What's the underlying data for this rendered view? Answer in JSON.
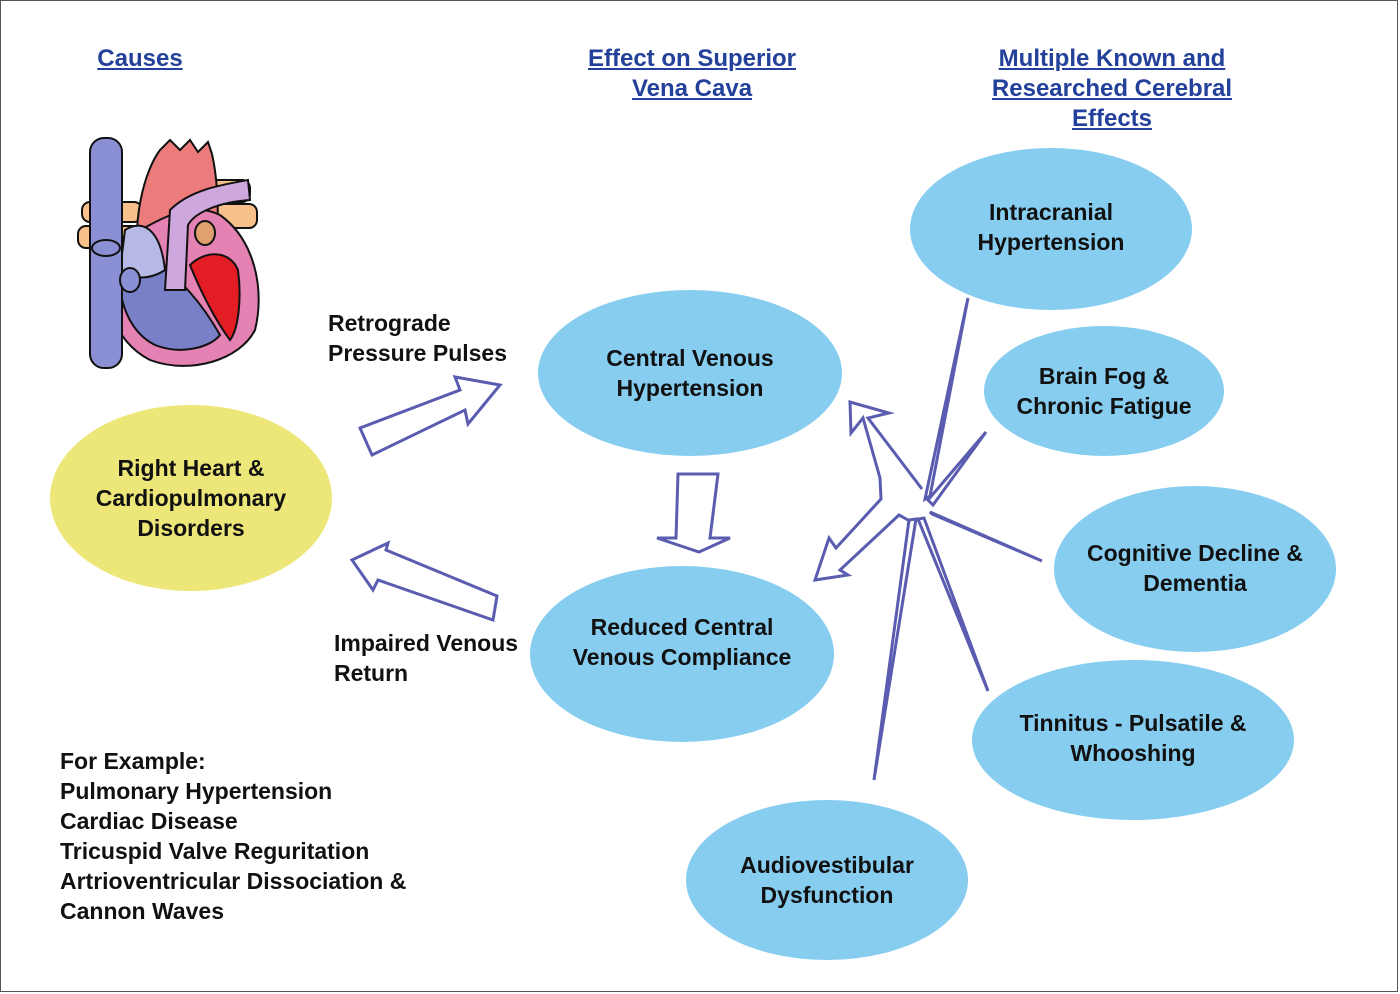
{
  "headers": {
    "causes": "Causes",
    "effect_svc": "Effect on Superior Vena Cava",
    "cerebral": "Multiple Known and Researched Cerebral Effects"
  },
  "labels": {
    "retrograde": "Retrograde Pressure Pulses",
    "impaired": "Impaired Venous Return"
  },
  "nodes": {
    "cause": "Right Heart & Cardiopulmonary Disorders",
    "cvh": "Central Venous Hypertension",
    "rcvc": "Reduced Central Venous Compliance",
    "effects": [
      "Intracranial Hypertension",
      "Brain Fog & Chronic Fatigue",
      "Cognitive Decline & Dementia",
      "Tinnitus - Pulsatile & Whooshing",
      "Audiovestibular Dysfunction"
    ]
  },
  "examples": {
    "title": "For Example:",
    "items": [
      "Pulmonary Hypertension",
      "Cardiac Disease",
      "Tricuspid Valve Reguritation",
      "Artrioventricular Dissociation &",
      "Cannon Waves"
    ]
  },
  "colors": {
    "header_blue": "#23409a",
    "node_blue": "#86cdf0",
    "node_yellow": "#ede77a",
    "arrow_stroke": "#5a5cb0"
  }
}
